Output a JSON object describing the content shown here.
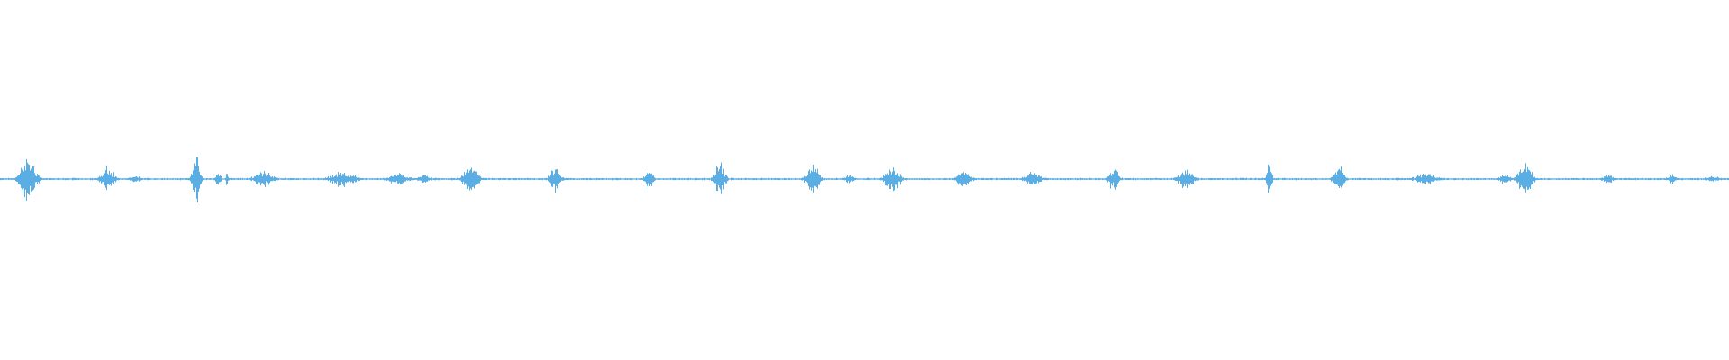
{
  "waveform": {
    "color": "#5aaee3",
    "background": "#ffffff",
    "duration_fraction_shown": 1.0,
    "bursts": [
      {
        "t": 0.016,
        "amp": 0.14,
        "spread": 0.006
      },
      {
        "t": 0.062,
        "amp": 0.09,
        "spread": 0.005
      },
      {
        "t": 0.078,
        "amp": 0.025,
        "spread": 0.004
      },
      {
        "t": 0.113,
        "amp": 0.16,
        "spread": 0.003
      },
      {
        "t": 0.126,
        "amp": 0.05,
        "spread": 0.002
      },
      {
        "t": 0.131,
        "amp": 0.05,
        "spread": 0.001
      },
      {
        "t": 0.152,
        "amp": 0.06,
        "spread": 0.007
      },
      {
        "t": 0.198,
        "amp": 0.05,
        "spread": 0.01
      },
      {
        "t": 0.23,
        "amp": 0.04,
        "spread": 0.008
      },
      {
        "t": 0.245,
        "amp": 0.03,
        "spread": 0.005
      },
      {
        "t": 0.272,
        "amp": 0.08,
        "spread": 0.006
      },
      {
        "t": 0.321,
        "amp": 0.08,
        "spread": 0.004
      },
      {
        "t": 0.375,
        "amp": 0.08,
        "spread": 0.003
      },
      {
        "t": 0.416,
        "amp": 0.11,
        "spread": 0.004
      },
      {
        "t": 0.47,
        "amp": 0.1,
        "spread": 0.005
      },
      {
        "t": 0.491,
        "amp": 0.03,
        "spread": 0.004
      },
      {
        "t": 0.516,
        "amp": 0.08,
        "spread": 0.006
      },
      {
        "t": 0.557,
        "amp": 0.05,
        "spread": 0.006
      },
      {
        "t": 0.597,
        "amp": 0.05,
        "spread": 0.006
      },
      {
        "t": 0.644,
        "amp": 0.08,
        "spread": 0.004
      },
      {
        "t": 0.686,
        "amp": 0.07,
        "spread": 0.006
      },
      {
        "t": 0.734,
        "amp": 0.11,
        "spread": 0.002
      },
      {
        "t": 0.774,
        "amp": 0.1,
        "spread": 0.004
      },
      {
        "t": 0.825,
        "amp": 0.04,
        "spread": 0.009
      },
      {
        "t": 0.87,
        "amp": 0.04,
        "spread": 0.004
      },
      {
        "t": 0.882,
        "amp": 0.12,
        "spread": 0.005
      },
      {
        "t": 0.93,
        "amp": 0.03,
        "spread": 0.005
      },
      {
        "t": 0.967,
        "amp": 0.03,
        "spread": 0.004
      },
      {
        "t": 0.99,
        "amp": 0.02,
        "spread": 0.006
      }
    ],
    "baseline_noise": 0.006
  }
}
